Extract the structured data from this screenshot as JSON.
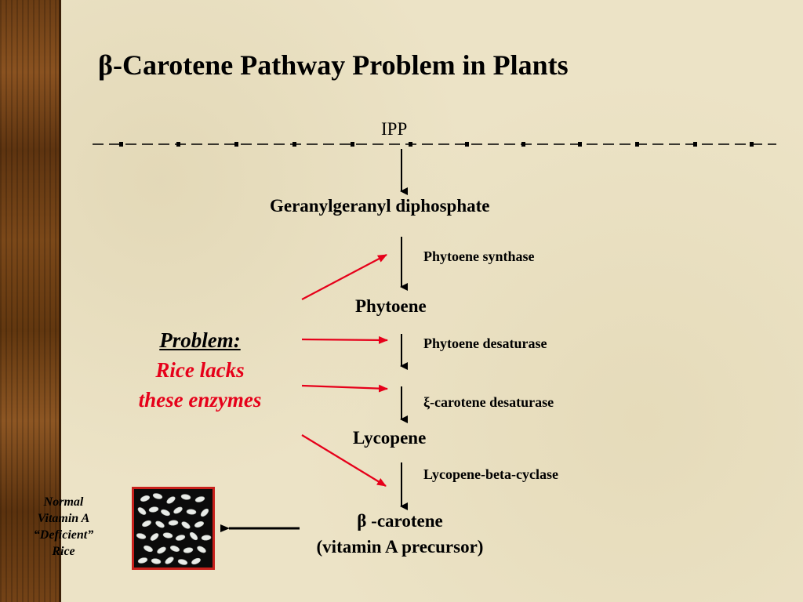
{
  "title": "β-Carotene Pathway Problem in Plants",
  "pathway": {
    "start": "IPP",
    "compounds": [
      "Geranylgeranyl diphosphate",
      "Phytoene",
      "Lycopene"
    ],
    "enzymes": [
      "Phytoene synthase",
      "Phytoene desaturase",
      "ξ-carotene desaturase",
      "Lycopene-beta-cyclase"
    ],
    "product_line1": "β -carotene",
    "product_line2": "(vitamin A precursor)"
  },
  "problem": {
    "heading": "Problem:",
    "line1": "Rice lacks",
    "line2": "these enzymes"
  },
  "rice": {
    "caption_line1": "Normal",
    "caption_line2": "Vitamin A",
    "caption_line3": "“Deficient”",
    "caption_line4": "Rice"
  },
  "colors": {
    "background": "#ece3c6",
    "problem_red": "#e6001a",
    "arrow_red": "#e6001a",
    "wood": "#6b3d14"
  }
}
